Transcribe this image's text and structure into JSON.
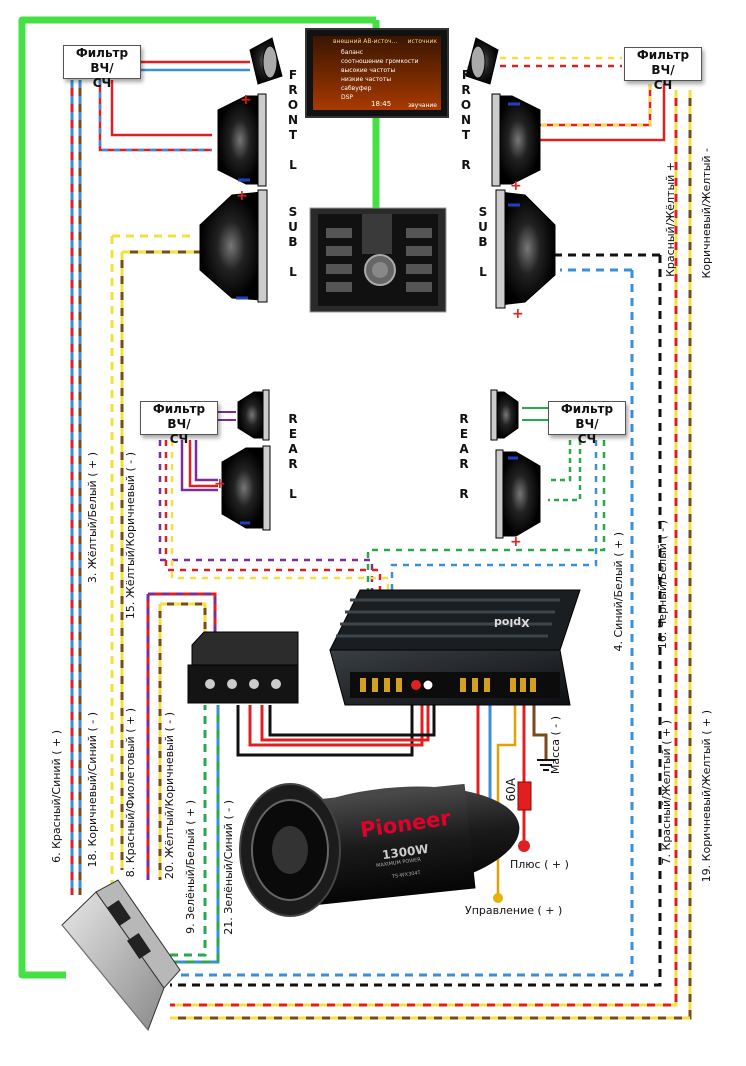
{
  "filters": {
    "front_left": [
      "Фильтр ВЧ/",
      "СЧ"
    ],
    "front_right": [
      "Фильтр ВЧ/",
      "СЧ"
    ],
    "rear_left": [
      "Фильтр ВЧ/",
      "СЧ"
    ],
    "rear_right": [
      "Фильтр ВЧ/",
      "СЧ"
    ]
  },
  "speaker_groups": {
    "front_l": [
      "F",
      "R",
      "O",
      "N",
      "T",
      "",
      "L"
    ],
    "front_r": [
      "F",
      "R",
      "O",
      "N",
      "T",
      "",
      "R"
    ],
    "sub_l": [
      "S",
      "U",
      "B",
      "",
      "L"
    ],
    "sub_r": [
      "S",
      "U",
      "B",
      "",
      "L"
    ],
    "rear_l": [
      "R",
      "E",
      "A",
      "R",
      "",
      "L"
    ],
    "rear_r": [
      "R",
      "E",
      "A",
      "R",
      "",
      "R"
    ]
  },
  "screen": {
    "title": "внешний AB-источ...",
    "source": "источник",
    "menu": [
      "баланс",
      "соотношение громкости",
      "высокие частоты",
      "низкие частоты",
      "сабвуфер",
      "DSP"
    ],
    "time": "18:45",
    "sound": "звучание"
  },
  "wires": {
    "w3": "3. Жёлтый/Белый ( + )",
    "w15": "15. Жёлтый/Коричневый ( - )",
    "w6": "6. Красный/Синий ( + )",
    "w18": "18. Коричневый/Синий ( - )",
    "w8": "8. Красный/Фиолетовый ( + )",
    "w20": "20. Жёлтый/Коричневый ( - )",
    "w9": "9. Зелёный/Белый ( + )",
    "w21": "21. Зелёный/Синий ( - )",
    "w4": "4. Синий/Белый ( + )",
    "w16": "16. Черный/Белый ( - )",
    "w7": "7. Красный/Желтый ( + )",
    "w19": "19. Коричневый/Желтый ( + )",
    "top_red_yellow": "Красный/Жёлтый +",
    "top_brown_yellow": "Коричневый/Желтый -"
  },
  "power": {
    "ground": "Масса ( - )",
    "fuse": "60A",
    "plus": "Плюс ( + )",
    "control": "Управление ( + )"
  },
  "devices": {
    "amp_brand": "Xplod",
    "sub_brand": "Pioneer",
    "sub_power": "1300W",
    "sub_power_sub": "MAXIMUM POWER",
    "sub_model": "TS-WX304T"
  },
  "colors": {
    "green_bus": "#44e044",
    "red": "#e02020",
    "yellow": "#f0e040",
    "blue": "#3a8fd8",
    "brown": "#7a4a1a",
    "purple": "#7a2ca0",
    "green": "#2aa84a",
    "black": "#111111"
  }
}
